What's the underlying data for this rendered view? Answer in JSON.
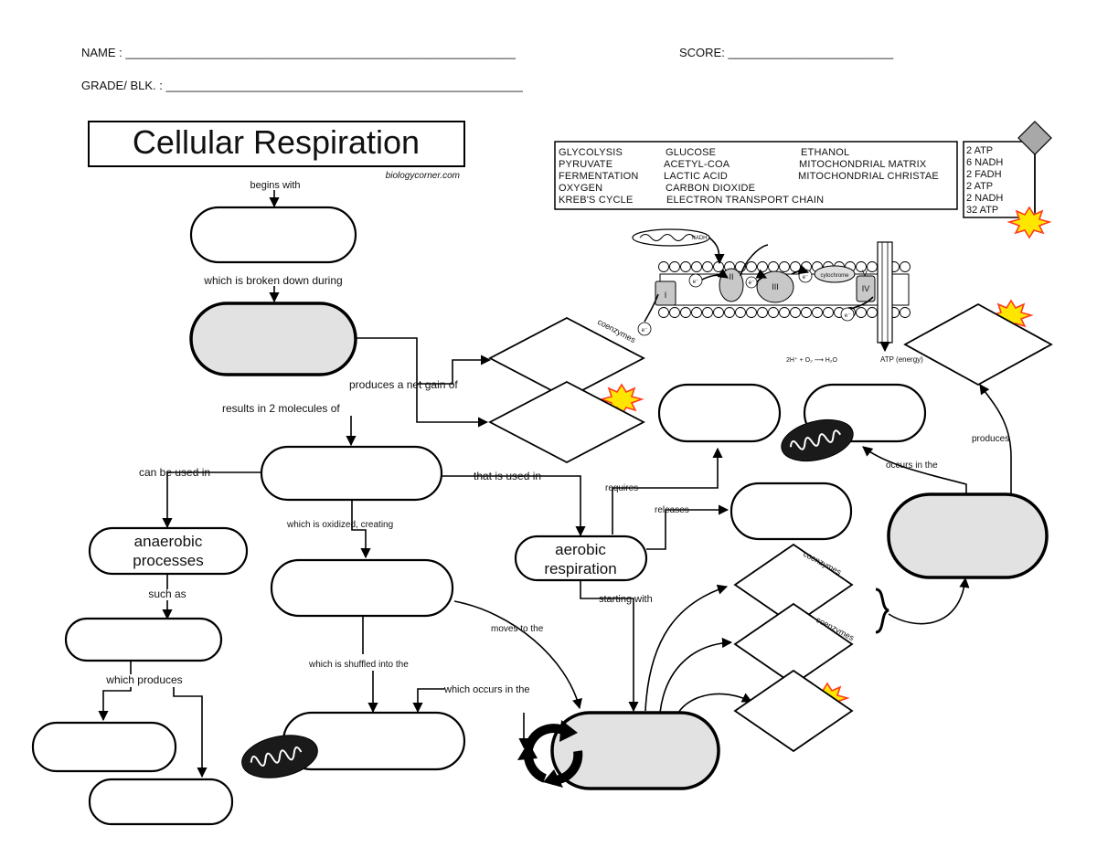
{
  "header": {
    "name_label": "NAME : ___________________________________________________________",
    "score_label": "SCORE: _________________________",
    "grade_label": "GRADE/ BLK. : ______________________________________________________"
  },
  "title": "Cellular Respiration",
  "credit": "biologycorner.com",
  "word_bank": {
    "columns": [
      [
        "GLYCOLYSIS",
        "PYRUVATE",
        "FERMENTATION",
        "OXYGEN",
        "KREB'S CYCLE"
      ],
      [
        "GLUCOSE",
        "ACETYL-COA",
        "LACTIC ACID",
        "CARBON DIOXIDE",
        "ELECTRON TRANSPORT CHAIN"
      ],
      [
        "ETHANOL",
        "MITOCHONDRIAL MATRIX",
        "MITOCHONDRIAL CHRISTAE"
      ]
    ]
  },
  "atp_list": [
    "2 ATP",
    "6 NADH",
    "2 FADH",
    "2 ATP",
    "2 NADH",
    "32 ATP"
  ],
  "connector_labels": {
    "begins_with": "begins with",
    "broken_down": "which is broken down during",
    "produces_net_gain": "produces a net gain of",
    "results_in": "results in 2 molecules of",
    "can_be_used_in": "can be used in",
    "that_is_used_in": "that is used in",
    "oxidized": "which is oxidized, creating",
    "such_as": "such as",
    "which_produces": "which produces",
    "shuffled_into": "which is shuffled into the",
    "which_occurs_in": "which occurs in the",
    "moves_to": "moves to the",
    "starting_with": "starting with",
    "requires": "requires",
    "releases": "releases",
    "occurs_in": "occurs in the",
    "produces": "produces",
    "coenzymes_1": "coenzymes",
    "coenzymes_2": "coenzymes",
    "coenzymes_3": "coenzymes"
  },
  "nodes": {
    "anaerobic": [
      "anaerobic",
      "processes"
    ],
    "aerobic": [
      "aerobic",
      "respiration"
    ]
  },
  "etc_labels": {
    "complex_1": "I",
    "complex_2": "II",
    "complex_3": "III",
    "complex_4": "IV",
    "complex_5": "V",
    "cytochrome": "cytochrome",
    "electron": "e⁻",
    "water_reaction": "2H⁺ + O₂ ⟶ H₂O",
    "atp_energy": "ATP (energy)",
    "nadh_label": "NADH"
  },
  "colors": {
    "shaded_fill": "#e2e2e2",
    "star_fill": "#ffe600",
    "star_stroke": "#ff3b1f",
    "diamond_gray": "#a8a8a8"
  }
}
